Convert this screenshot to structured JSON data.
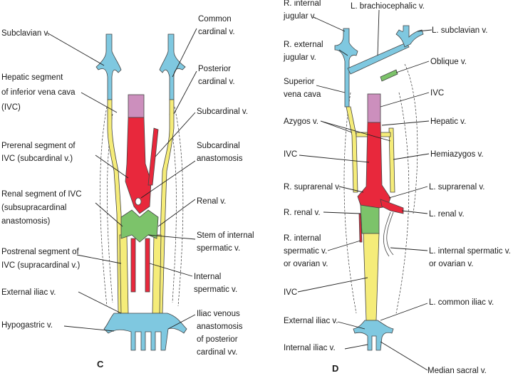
{
  "colors": {
    "blue": "#7fc8e0",
    "pink": "#cc8fbd",
    "red": "#e8283c",
    "yellow": "#f5ec79",
    "green": "#7cc36a"
  },
  "panel_c": {
    "letter": "C",
    "labels": {
      "subclavian": "Subclavian v.",
      "hepatic_1": "Hepatic segment",
      "hepatic_2": "of inferior vena cava",
      "hepatic_3": "(IVC)",
      "prerenal_1": "Prerenal segment of",
      "prerenal_2": "IVC (subcardinal v.)",
      "renalseg_1": "Renal segment of IVC",
      "renalseg_2": "(subsupracardinal",
      "renalseg_3": "anastomosis)",
      "postrenal_1": "Postrenal segment of",
      "postrenal_2": "IVC (supracardinal v.)",
      "ext_iliac": "External iliac v.",
      "hypogastric": "Hypogastric v.",
      "common_cardinal_1": "Common",
      "common_cardinal_2": "cardinal v.",
      "posterior_cardinal_1": "Posterior",
      "posterior_cardinal_2": "cardinal v.",
      "subcardinal": "Subcardinal v.",
      "subcard_anast_1": "Subcardinal",
      "subcard_anast_2": "anastomosis",
      "renal": "Renal v.",
      "stem_1": "Stem of internal",
      "stem_2": "spermatic v.",
      "internal_sperm_1": "Internal",
      "internal_sperm_2": "spermatic v.",
      "iliac_anast_1": "Iliac venous",
      "iliac_anast_2": "anastomosis",
      "iliac_anast_3": "of posterior",
      "iliac_anast_4": "cardinal vv."
    }
  },
  "panel_d": {
    "letter": "D",
    "labels": {
      "r_int_jugular_1": "R. internal",
      "r_int_jugular_2": "jugular v.",
      "l_brachio": "L. brachiocephalic v.",
      "l_subclavian": "L. subclavian v.",
      "r_ext_jugular_1": "R. external",
      "r_ext_jugular_2": "jugular v.",
      "oblique": "Oblique v.",
      "svc_1": "Superior",
      "svc_2": "vena cava",
      "ivc_top": "IVC",
      "azygos": "Azygos v.",
      "hepatic": "Hepatic v.",
      "ivc_mid": "IVC",
      "hemiazygos": "Hemiazygos v.",
      "r_suprarenal": "R. suprarenal v.",
      "l_suprarenal": "L. suprarenal v.",
      "r_renal": "R. renal v.",
      "l_renal": "L. renal v.",
      "r_int_sperm_1": "R. internal",
      "r_int_sperm_2": "spermatic v.",
      "r_int_sperm_3": "or ovarian v.",
      "l_int_sperm_1": "L. internal spermatic v.",
      "l_int_sperm_2": "or ovarian v.",
      "ivc_low": "IVC",
      "l_common_iliac": "L. common iliac v.",
      "ext_iliac": "External iliac v.",
      "int_iliac": "Internal iliac v.",
      "median_sacral": "Median sacral v."
    }
  }
}
